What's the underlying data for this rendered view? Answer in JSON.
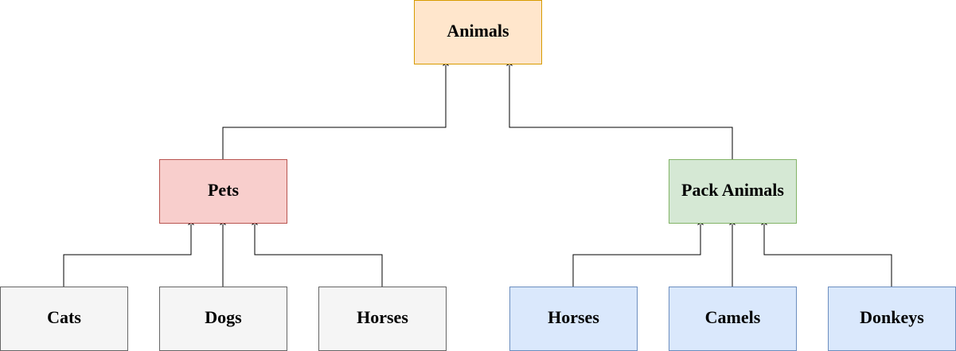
{
  "nodes": {
    "animals": {
      "label": "Animals",
      "fill": "#ffe6cc",
      "stroke": "#d79b00"
    },
    "pets": {
      "label": "Pets",
      "fill": "#f8cecc",
      "stroke": "#b85450"
    },
    "pack_animals": {
      "label": "Pack Animals",
      "fill": "#d5e8d4",
      "stroke": "#82b366"
    },
    "cats": {
      "label": "Cats",
      "fill": "#f5f5f5",
      "stroke": "#666666"
    },
    "dogs": {
      "label": "Dogs",
      "fill": "#f5f5f5",
      "stroke": "#666666"
    },
    "horses_pets": {
      "label": "Horses",
      "fill": "#f5f5f5",
      "stroke": "#666666"
    },
    "horses_pack": {
      "label": "Horses",
      "fill": "#dae8fc",
      "stroke": "#6c8ebf"
    },
    "camels": {
      "label": "Camels",
      "fill": "#dae8fc",
      "stroke": "#6c8ebf"
    },
    "donkeys": {
      "label": "Donkeys",
      "fill": "#dae8fc",
      "stroke": "#6c8ebf"
    }
  },
  "edges": [
    {
      "from": "pets",
      "to": "animals"
    },
    {
      "from": "pack_animals",
      "to": "animals"
    },
    {
      "from": "cats",
      "to": "pets"
    },
    {
      "from": "dogs",
      "to": "pets"
    },
    {
      "from": "horses_pets",
      "to": "pets"
    },
    {
      "from": "horses_pack",
      "to": "pack_animals"
    },
    {
      "from": "camels",
      "to": "pack_animals"
    },
    {
      "from": "donkeys",
      "to": "pack_animals"
    }
  ]
}
